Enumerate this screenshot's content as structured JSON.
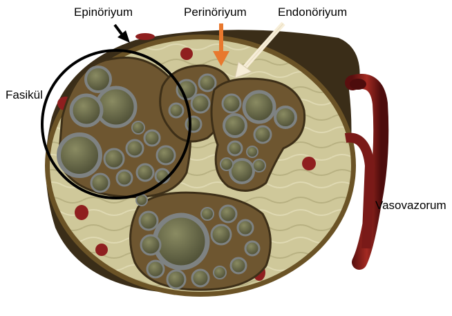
{
  "labels": {
    "epineurium": "Epinöriyum",
    "perineurium": "Perinöriyum",
    "endoneurium": "Endonöriyum",
    "fascicle": "Fasikül",
    "vasa_nervorum": "Vasovazorum"
  },
  "colors": {
    "nerve_base": "#cfc89a",
    "epineurium_rim": "#6b5326",
    "fascicle_sheath": "#6e5630",
    "axon": "#6b6b4a",
    "axon_ring": "#7e8282",
    "vessel": "#8f1f1f",
    "arrow_black": "#000000",
    "arrow_orange": "#e8782e",
    "arrow_cream": "#f7eed8",
    "circle_highlight": "#000000"
  }
}
